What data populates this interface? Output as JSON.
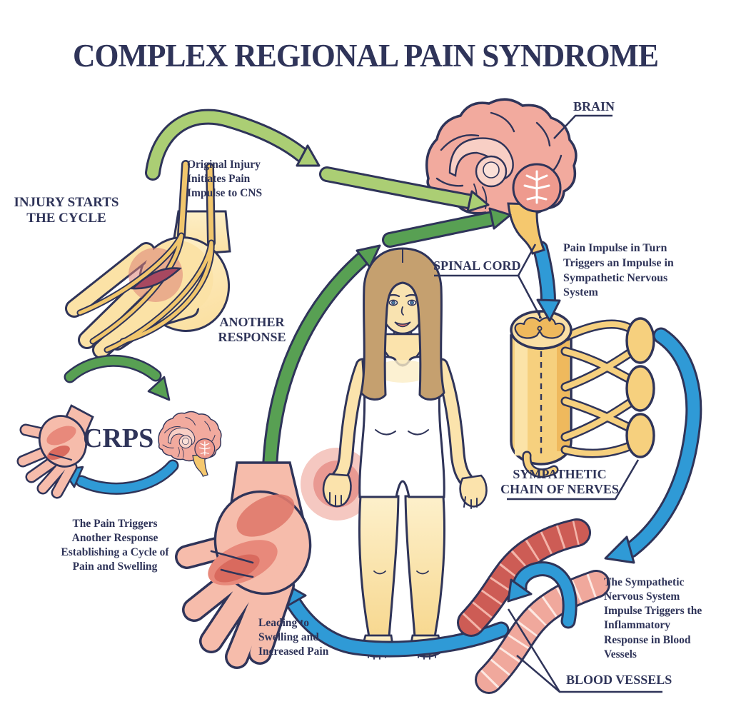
{
  "title": "COMPLEX REGIONAL PAIN SYNDROME",
  "labels": {
    "injury_starts": "INJURY STARTS\nTHE CYCLE",
    "brain": "BRAIN",
    "spinal_cord": "SPINAL CORD",
    "another_response": "ANOTHER\nRESPONSE",
    "sympathetic_chain": "SYMPATHETIC\nCHAIN OF NERVES",
    "blood_vessels": "BLOOD VESSELS",
    "crps": "CRPS"
  },
  "annotations": {
    "original_injury": "Original Injury\nInitiates Pain\nImpulse to CNS",
    "pain_impulse": "Pain Impulse in Turn\nTriggers an Impulse in\nSympathetic Nervous\nSystem",
    "sympathetic_impulse": "The Sympathetic\nNervous System\nImpulse Triggers the\nInflammatory\nResponse in Blood\nVessels",
    "pain_triggers": "The Pain Triggers\nAnother Response\nEstablishing a Cycle of\nPain and Swelling",
    "leading_to": "Leading to\nSwelling and\nIncreased Pain"
  },
  "colors": {
    "navy": "#2f3459",
    "light_green": "#abce74",
    "dark_green": "#58a053",
    "blue": "#2f9ad6",
    "skin": "#fbe3ac",
    "nerve_yellow": "#f1c66c",
    "brain_pink": "#f2aa9e",
    "vessel_red": "#cd5c55",
    "vessel_pink": "#f0a89c",
    "chain_yellow": "#f6d07e",
    "swollen_pink": "#f6bcab",
    "hair_brown": "#c5a06f"
  }
}
